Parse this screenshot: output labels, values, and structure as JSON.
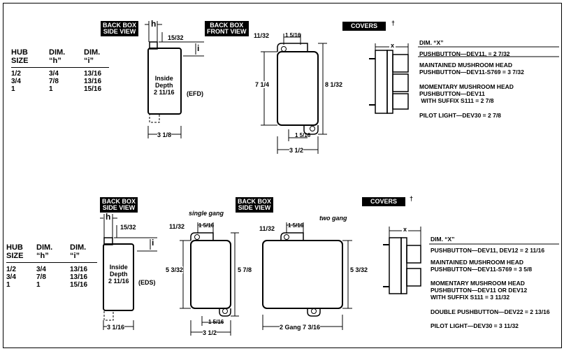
{
  "top": {
    "tags": {
      "side": "BACK BOX\nSIDE VIEW",
      "front": "BACK BOX\nFRONT VIEW",
      "covers": "COVERS",
      "dagger": "†"
    },
    "table": {
      "headers": {
        "hub": "HUB\nSIZE",
        "h": "DIM.\n“h”",
        "i": "DIM.\n“i”"
      },
      "rows": [
        {
          "hub": "1/2",
          "h": "3/4",
          "i": "13/16"
        },
        {
          "hub": "3/4",
          "h": "7/8",
          "i": "13/16"
        },
        {
          "hub": "1",
          "h": "1",
          "i": "15/16"
        }
      ]
    },
    "labels": {
      "h": "h",
      "i": "i",
      "top_dim": "15/32",
      "inside": "Inside\nDepth\n2 11/16",
      "suffix": "(EFD)",
      "width": "3 1/8",
      "hole": "11/32",
      "top_w": "1 5/16",
      "height_l": "7 1/4",
      "height_r": "8 1/32",
      "bottom_w": "1 5/16",
      "front_w": "3 1/2",
      "x": "x"
    },
    "dims": {
      "title": "DIM. “X”",
      "items": [
        "PUSHBUTTON—DEV11, = 2 7/32",
        "MAINTAINED MUSHROOM HEAD\nPUSHBUTTON—DEV11-S769 = 3 7/32",
        "MOMENTARY MUSHROOM HEAD\nPUSHBUTTON—DEV11\n WITH SUFFIX S111 = 2 7/8",
        "PILOT LIGHT—DEV30 = 2 7/8"
      ]
    }
  },
  "bottom": {
    "tags": {
      "side": "BACK BOX\nSIDE VIEW",
      "front": "BACK BOX\nSIDE VIEW",
      "covers": "COVERS",
      "dagger": "†"
    },
    "table": {
      "headers": {
        "hub": "HUB\nSIZE",
        "h": "DIM.\n“h”",
        "i": "DIM.\n“i”"
      },
      "rows": [
        {
          "hub": "1/2",
          "h": "3/4",
          "i": "13/16"
        },
        {
          "hub": "3/4",
          "h": "7/8",
          "i": "13/16"
        },
        {
          "hub": "1",
          "h": "1",
          "i": "15/16"
        }
      ]
    },
    "labels": {
      "h": "h",
      "i": "i",
      "top_dim": "15/32",
      "inside": "Inside\nDepth\n2 11/16",
      "suffix": "(EDS)",
      "width": "3 1/16",
      "single": "single gang",
      "two": "two gang",
      "hole1": "11/32",
      "top_w1": "1 5/16",
      "hole2": "11/32",
      "top_w2": "1 5/16",
      "height_l": "5 3/32",
      "height_r": "5 7/8",
      "height_2g": "5 3/32",
      "bottom_w": "1 5/16",
      "front_w": "3 1/2",
      "two_w": "2 Gang 7 3/16",
      "x": "x"
    },
    "dims": {
      "title": "DIM. “X”",
      "items": [
        "PUSHBUTTON—DEV11, DEV12 = 2 11/16",
        "MAINTAINED MUSHROOM HEAD\nPUSHBUTTON—DEV11-S769 = 3 5/8",
        "MOMENTARY MUSHROOM HEAD\nPUSHBUTTON—DEV11 OR DEV12\nWITH SUFFIX S111 = 3 11/32",
        "DOUBLE PUSHBUTTON—DEV22 = 2 13/16",
        "PILOT LIGHT—DEV30 = 3 11/32"
      ]
    }
  }
}
